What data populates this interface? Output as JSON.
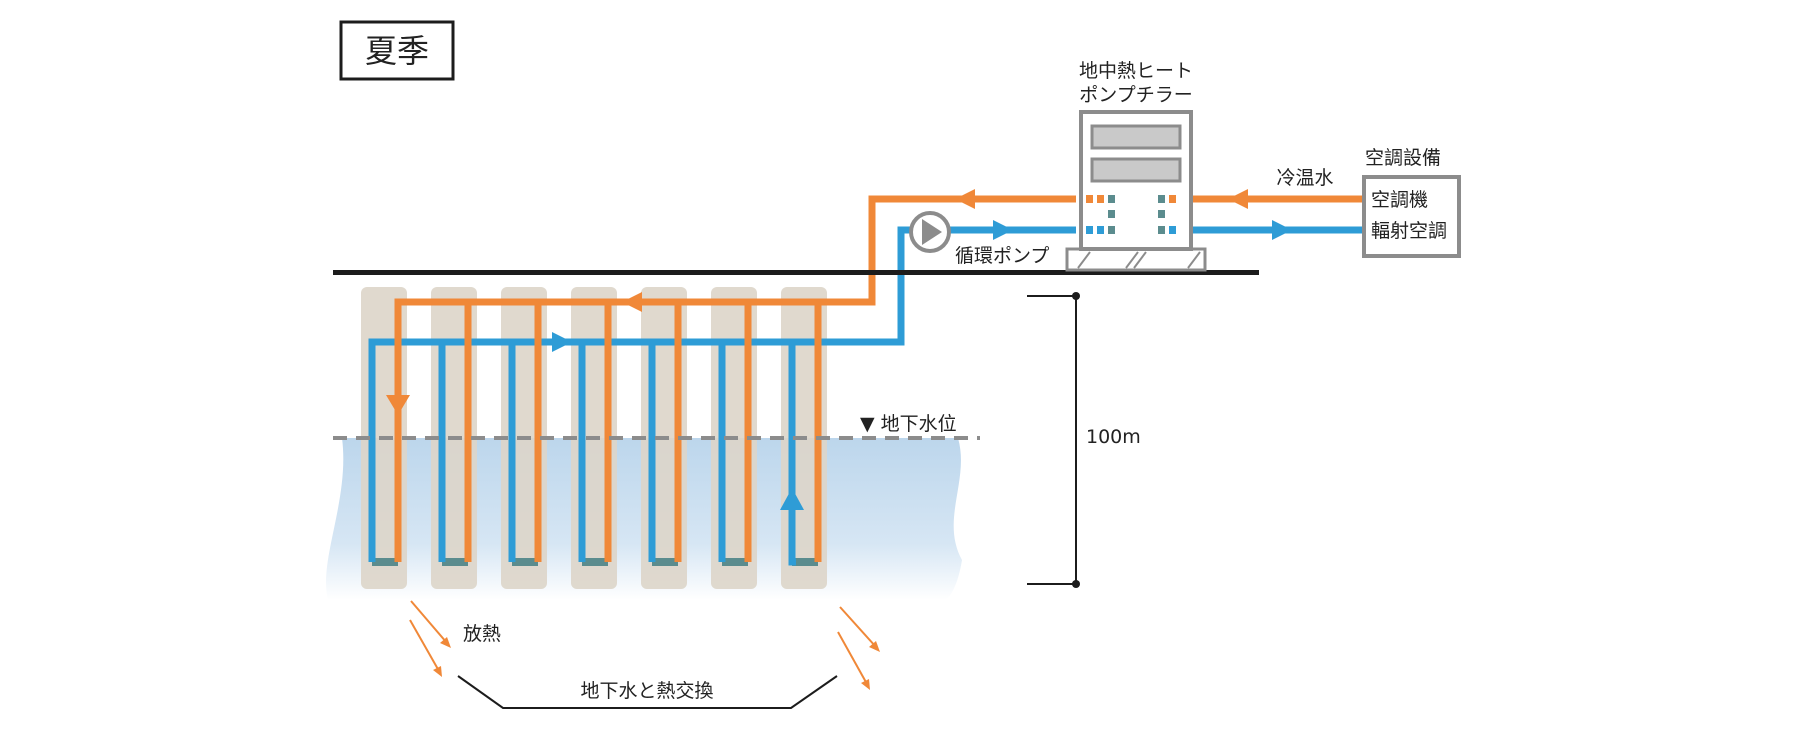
{
  "season": {
    "label": "夏季"
  },
  "heat_pump": {
    "label_line1": "地中熱ヒート",
    "label_line2": "ポンプチラー"
  },
  "hvac": {
    "title": "空調設備",
    "item1": "空調機",
    "item2": "輻射空調"
  },
  "pipes": {
    "water_label": "冷温水",
    "pump_label": "循環ポンプ"
  },
  "ground": {
    "water_level_label": "▼ 地下水位",
    "depth_label": "100m"
  },
  "heat": {
    "release_label": "放熱",
    "exchange_label": "地下水と熱交換"
  },
  "colors": {
    "warm": "#f08838",
    "cool": "#2e9cd6",
    "borehole": "#ddd5c9",
    "frame": "#8c8c8c"
  }
}
